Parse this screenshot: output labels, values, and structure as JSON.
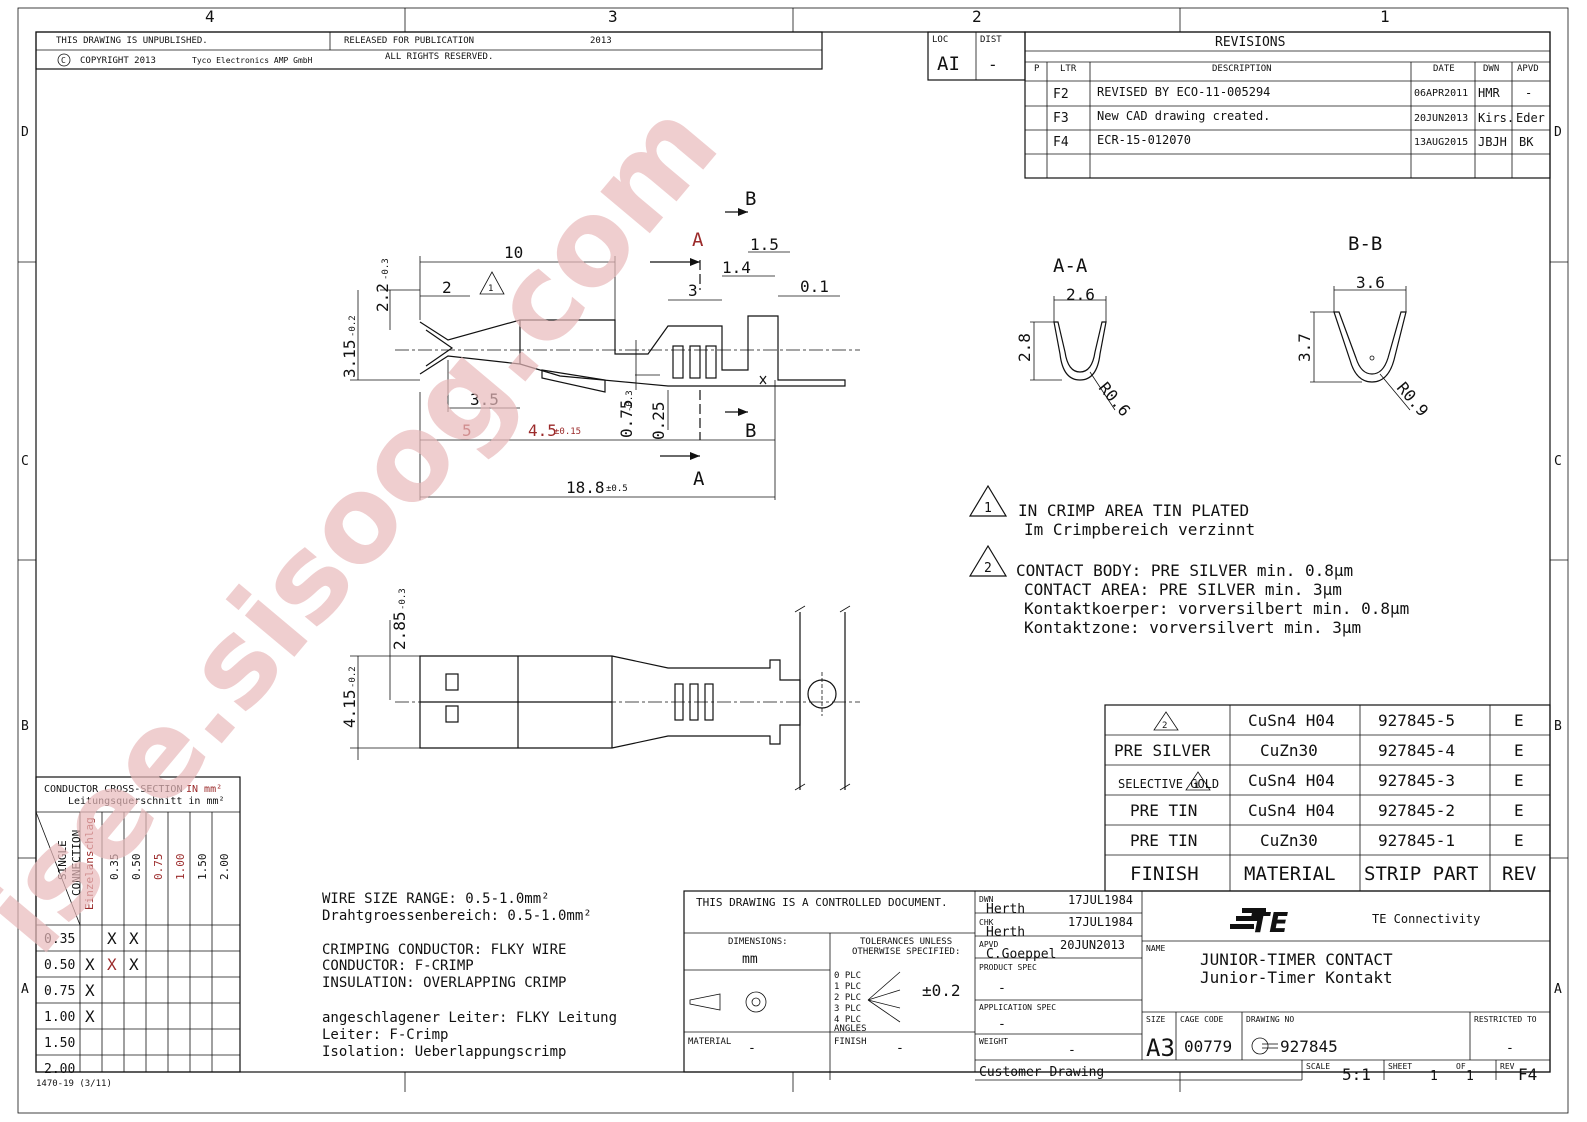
{
  "zones": {
    "cols": [
      "4",
      "3",
      "2",
      "1"
    ],
    "rows": [
      "D",
      "C",
      "B",
      "A"
    ]
  },
  "header": {
    "unpublished": "THIS DRAWING IS UNPUBLISHED.",
    "released": "RELEASED FOR PUBLICATION",
    "year": "2013",
    "copyright": "COPYRIGHT 2013",
    "company": "Tyco Electronics AMP GmbH",
    "rights": "ALL RIGHTS RESERVED.",
    "copyright_symbol": "C"
  },
  "loc_dist": {
    "loc_label": "LOC",
    "loc": "AI",
    "dist_label": "DIST",
    "dist": "-"
  },
  "revisions": {
    "title": "REVISIONS",
    "headers": [
      "P",
      "LTR",
      "DESCRIPTION",
      "DATE",
      "DWN",
      "APVD"
    ],
    "rows": [
      {
        "ltr": "F2",
        "desc": "REVISED BY ECO-11-005294",
        "date": "06APR2011",
        "dwn": "HMR",
        "apvd": "-"
      },
      {
        "ltr": "F3",
        "desc": "New CAD drawing created.",
        "date": "20JUN2013",
        "dwn": "Kirs.",
        "apvd": "Eder"
      },
      {
        "ltr": "F4",
        "desc": "ECR-15-012070",
        "date": "13AUG2015",
        "dwn": "JBJH",
        "apvd": "BK"
      }
    ]
  },
  "dims_side": {
    "d10": "10",
    "d2": "2",
    "note1": "1",
    "d22": "2.2",
    "d22tol": "-0.3",
    "d315": "3.15",
    "d315tol": "-0.2",
    "sec_a": "A",
    "sec_b": "B",
    "d15": "1.5",
    "d14": "1.4",
    "d3": "3",
    "d01": "0.1",
    "d35": "3.5",
    "d5": "5",
    "d45": "4.5",
    "d45tol": "±0.15",
    "d075": "0.75",
    "d075tol": "-0.3",
    "d025": "0.25",
    "d188": "18.8",
    "d188tol": "±0.5"
  },
  "dims_top": {
    "d285": "2.85",
    "d285tol": "-0.3",
    "d415": "4.15",
    "d415tol": "-0.2"
  },
  "section_aa": {
    "label": "A-A",
    "w": "2.6",
    "h": "2.8",
    "r": "R0.6"
  },
  "section_bb": {
    "label": "B-B",
    "w": "3.6",
    "h": "3.7",
    "r": "R0.9"
  },
  "notes": [
    {
      "num": "1",
      "lines": [
        "IN CRIMP AREA TIN PLATED",
        "Im Crimpbereich verzinnt"
      ]
    },
    {
      "num": "2",
      "lines": [
        "CONTACT BODY: PRE SILVER min. 0.8µm",
        "CONTACT AREA: PRE SILVER min. 3µm",
        "Kontaktkoerper: vorversilbert min. 0.8µm",
        "Kontaktzone: vorversilvert min. 3µm"
      ]
    }
  ],
  "parts": {
    "headers": [
      "FINISH",
      "MATERIAL",
      "STRIP PART",
      "REV"
    ],
    "rows": [
      {
        "finish": "",
        "note": "2",
        "material": "CuSn4 H04",
        "part": "927845-5",
        "rev": "E"
      },
      {
        "finish": "PRE SILVER",
        "note": "",
        "material": "CuZn30",
        "part": "927845-4",
        "rev": "E"
      },
      {
        "finish": "SELECTIVE GOLD",
        "note": "1",
        "material": "CuSn4 H04",
        "part": "927845-3",
        "rev": "E"
      },
      {
        "finish": "PRE TIN",
        "note": "",
        "material": "CuSn4 H04",
        "part": "927845-2",
        "rev": "E"
      },
      {
        "finish": "PRE TIN",
        "note": "",
        "material": "CuZn30",
        "part": "927845-1",
        "rev": "E"
      }
    ]
  },
  "conductor": {
    "title1": "CONDUCTOR CROSS-SECTION",
    "title1_unit": "IN mm²",
    "title2": "Leitungsquerschnitt in mm²",
    "single": "SINGLE",
    "connection": "CONNECTION",
    "einzel": "Einzelanschlag",
    "cols": [
      "0.35",
      "0.50",
      "0.75",
      "1.00",
      "1.50",
      "2.00"
    ],
    "rows": [
      "0.35",
      "0.50",
      "0.75",
      "1.00",
      "1.50",
      "2.00"
    ],
    "mark": "X"
  },
  "wire_info": [
    "WIRE SIZE RANGE: 0.5-1.0mm²",
    "Drahtgroessenbereich: 0.5-1.0mm²",
    "",
    "CRIMPING CONDUCTOR: FLKY WIRE",
    "CONDUCTOR: F-CRIMP",
    "INSULATION: OVERLAPPING CRIMP",
    "",
    "angeschlagener Leiter: FLKY Leitung",
    "Leiter: F-Crimp",
    "Isolation: Ueberlappungscrimp"
  ],
  "title_block": {
    "controlled": "THIS DRAWING IS A CONTROLLED DOCUMENT.",
    "dimensions_label": "DIMENSIONS:",
    "dimensions": "mm",
    "tol_label1": "TOLERANCES UNLESS",
    "tol_label2": "OTHERWISE SPECIFIED:",
    "tol_rows": [
      "0 PLC",
      "1 PLC",
      "2 PLC",
      "3 PLC",
      "4 PLC",
      "ANGLES"
    ],
    "tol_value": "±0.2",
    "material_label": "MATERIAL",
    "material": "-",
    "finish_label": "FINISH",
    "finish": "-",
    "dwn_label": "DWN",
    "dwn": "Herth",
    "dwn_date": "17JUL1984",
    "chk_label": "CHK",
    "chk": "Herth",
    "chk_date": "17JUL1984",
    "apvd_label": "APVD",
    "apvd": "C.Goeppel",
    "apvd_date": "20JUN2013",
    "product_spec_label": "PRODUCT SPEC",
    "product_spec": "-",
    "app_spec_label": "APPLICATION SPEC",
    "app_spec": "-",
    "weight_label": "WEIGHT",
    "weight": "-",
    "customer": "Customer Drawing",
    "brand": "TE",
    "brand_full": "TE Connectivity",
    "name_label": "NAME",
    "name1": "JUNIOR-TIMER CONTACT",
    "name2": "Junior-Timer Kontakt",
    "size_label": "SIZE",
    "size": "A3",
    "cage_label": "CAGE CODE",
    "cage": "00779",
    "dwgno_label": "DRAWING NO",
    "dwgno": "927845",
    "restricted_label": "RESTRICTED TO",
    "restricted": "-",
    "scale_label": "SCALE",
    "scale": "5:1",
    "sheet_label": "SHEET",
    "sheet": "1",
    "of_label": "OF",
    "of": "1",
    "rev_label": "REV",
    "rev": "F4"
  },
  "form_id": "1470-19 (3/11)",
  "watermark": "isee.sisoog.com",
  "colors": {
    "line": "#111111",
    "red_dim": "#9b2a2a",
    "watermark": "#e8b9bb"
  }
}
